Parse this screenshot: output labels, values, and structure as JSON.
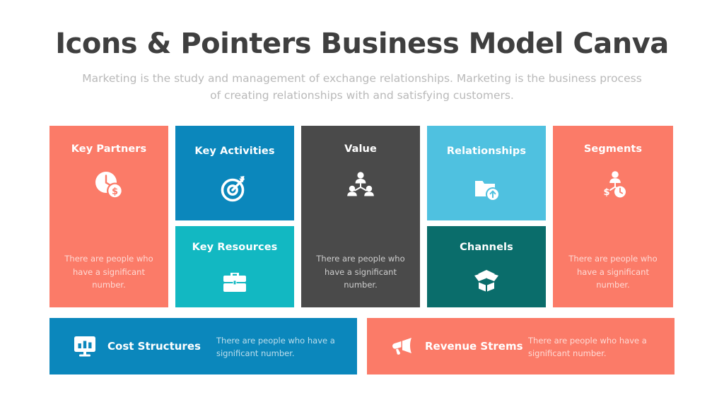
{
  "header": {
    "title": "Icons & Pointers Business Model Canva",
    "subtitle": "Marketing is the study and management of exchange relationships. Marketing is the business process of creating relationships with and satisfying customers."
  },
  "body_text": "There are people who have a significant number.",
  "colors": {
    "coral": "#FB7B68",
    "blue": "#0B87BC",
    "teal": "#12B8C2",
    "light_blue": "#4FC1E0",
    "dark_teal": "#0A6D6B",
    "dark_gray": "#4A4A4A",
    "title_text": "#3F3F3F",
    "subtitle_text": "#B9B9B9",
    "background": "#FFFFFF"
  },
  "columns": [
    {
      "cards": [
        {
          "title": "Key Partners",
          "icon": "clock-money-icon",
          "color": "#FB7B68",
          "body": "There are people who have a significant number.",
          "size": "full"
        }
      ]
    },
    {
      "cards": [
        {
          "title": "Key Activities",
          "icon": "target-dart-icon",
          "color": "#0B87BC",
          "body": "",
          "size": "half-top"
        },
        {
          "title": "Key Resources",
          "icon": "briefcase-icon",
          "color": "#12B8C2",
          "body": "",
          "size": "half-bottom"
        }
      ]
    },
    {
      "cards": [
        {
          "title": "Value",
          "icon": "people-hierarchy-icon",
          "color": "#4A4A4A",
          "body": "There are people who have a significant number.",
          "size": "full"
        }
      ]
    },
    {
      "cards": [
        {
          "title": "Relationships",
          "icon": "folder-upload-icon",
          "color": "#4FC1E0",
          "body": "",
          "size": "half-top"
        },
        {
          "title": "Channels",
          "icon": "open-box-icon",
          "color": "#0A6D6B",
          "body": "",
          "size": "half-bottom"
        }
      ]
    },
    {
      "cards": [
        {
          "title": "Segments",
          "icon": "person-money-time-icon",
          "color": "#FB7B68",
          "body": "There are people who have a significant number.",
          "size": "full"
        }
      ]
    }
  ],
  "bottom_bars": [
    {
      "title": "Cost Structures",
      "icon": "monitor-chart-icon",
      "color": "#0B87BC",
      "body": "There are people who have a significant number."
    },
    {
      "title": "Revenue Strems",
      "icon": "megaphone-icon",
      "color": "#FB7B68",
      "body": "There are people who have a significant number."
    }
  ]
}
